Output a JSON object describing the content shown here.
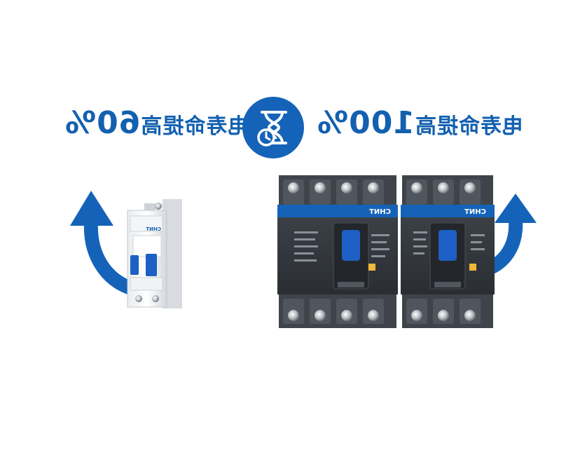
{
  "headlines": {
    "left": {
      "prefix": "电寿命提高",
      "pct": "60%"
    },
    "right": {
      "prefix": "电寿命提高",
      "pct": "100%"
    }
  },
  "brand_mark": "CHNT",
  "colors": {
    "brand_blue": "#1463b8",
    "text_blue": "#1360b0",
    "breaker_dark": "#2e3238",
    "breaker_body": "#3a3f46",
    "toggle_blue": "#1d5fc4"
  },
  "icons": {
    "badge": "hourglass-clock-icon",
    "arrows": "curved-up-arrow-icon"
  }
}
